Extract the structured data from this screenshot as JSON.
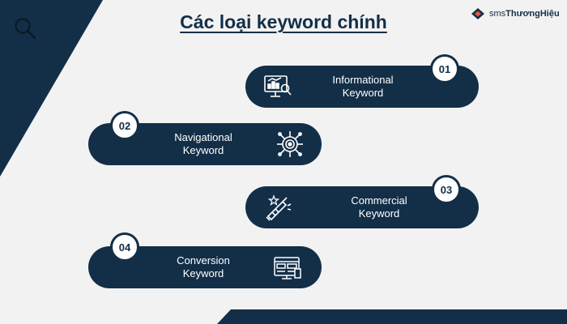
{
  "title": "Các loại keyword chính",
  "brand": {
    "prefix": "sms",
    "name": "ThươngHiệu"
  },
  "colors": {
    "primary": "#132f48",
    "background": "#f2f2f2",
    "accent": "#e0583a"
  },
  "items": [
    {
      "number": "01",
      "line1": "Informational",
      "line2": "Keyword",
      "icon": "analytics-monitor-icon"
    },
    {
      "number": "02",
      "line1": "Navigational",
      "line2": "Keyword",
      "icon": "target-network-icon"
    },
    {
      "number": "03",
      "line1": "Commercial",
      "line2": "Keyword",
      "icon": "megaphone-icon"
    },
    {
      "number": "04",
      "line1": "Conversion",
      "line2": "Keyword",
      "icon": "web-layout-icon"
    }
  ]
}
